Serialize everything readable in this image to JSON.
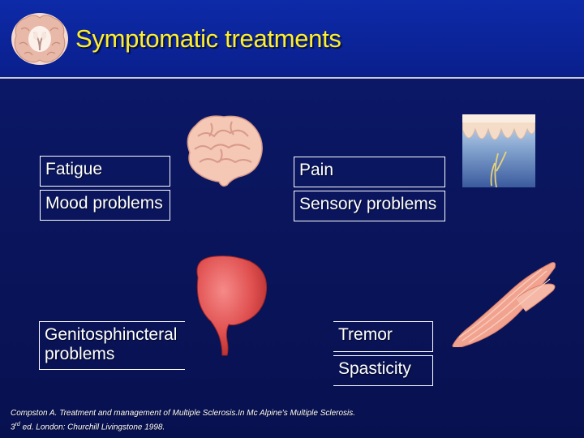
{
  "slide": {
    "title": "Symptomatic treatments",
    "symptoms": {
      "fatigue": "Fatigue",
      "mood": "Mood problems",
      "pain": "Pain",
      "sensory": "Sensory problems",
      "genito_line1": "Genitosphincteral",
      "genito_line2": "problems",
      "tremor": "Tremor",
      "spasticity": "Spasticity"
    },
    "citation": {
      "line1": "Compston A. Treatment and management of Multiple Sclerosis.In Mc Alpine's Multiple Sclerosis.",
      "ordinal": "3",
      "ordinal_suffix": "rd",
      "line2_rest": " ed. London: Churchill Livingstone 1998."
    }
  },
  "colors": {
    "background": "#0a1660",
    "header": "#0d2aa8",
    "title": "#ffef2a",
    "box_border": "#ffffff"
  },
  "icons": {
    "logo": "brain-cross-section-icon",
    "brain": "brain-icon",
    "skin": "skin-nerve-icon",
    "bladder": "bladder-icon",
    "muscle": "muscle-icon"
  }
}
